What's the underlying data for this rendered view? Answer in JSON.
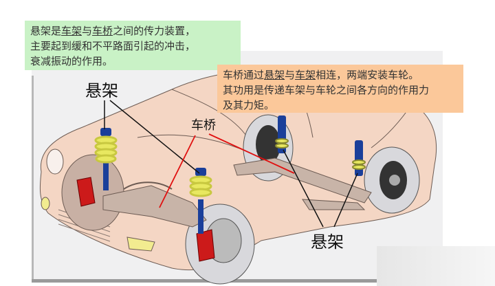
{
  "callouts": {
    "suspension_definition": {
      "line1_prefix": "悬架是",
      "line1_link1": "车架",
      "line1_mid": "与",
      "line1_link2": "车桥",
      "line1_suffix": "之间的传力装置，",
      "line2": "主要起到缓和不平路面引起的冲击，",
      "line3": "衰减振动的作用。",
      "background": "#c9f2c6"
    },
    "axle_definition": {
      "line1_prefix": "车桥通过",
      "line1_link1": "悬架",
      "line1_mid": "与",
      "line1_link2": "车架",
      "line1_suffix": "相连，两端安装车轮。",
      "line2": "其功用是传递车架与车轮之间各方向的作用力",
      "line3": "及其力矩。",
      "background": "#fbc89a"
    }
  },
  "labels": {
    "front_suspension": "悬架",
    "axle": "车桥",
    "rear_suspension": "悬架"
  },
  "colors": {
    "car_body": "#f4d6c4",
    "leader_line": "#111111",
    "axle_line": "#e01010",
    "spring": "#e8e860",
    "strut": "#1a3f9a",
    "caliper": "#cc1a1a",
    "tire": "#d8d8dc"
  }
}
